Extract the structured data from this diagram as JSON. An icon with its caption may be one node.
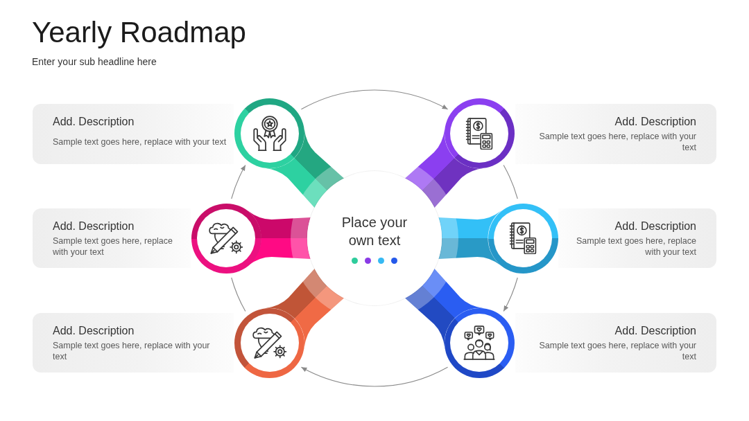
{
  "diagram": {
    "title": "Yearly Roadmap",
    "nodes": [
      {
        "text": [
          "Add. Description",
          "Sample text goes here, replace with your text"
        ]
      },
      {
        "text": [],
        "shape": "circle"
      },
      {
        "text": [],
        "shape": "circle"
      },
      {
        "text": [
          "Add. Description",
          "Sample text goes here, replace with your text"
        ]
      },
      {
        "text": [
          "Add. Description",
          "Sample text goes here, replace with your text"
        ]
      },
      {
        "text": [],
        "shape": "circle"
      },
      {
        "text": [
          "Place your own text"
        ]
      },
      {
        "text": [],
        "shape": "circle"
      },
      {
        "text": [
          "Add. Description",
          "Sample text goes here, replace with your text"
        ]
      },
      {
        "text": [
          "Add. Description",
          "Sample text goes here, replace with your text"
        ]
      },
      {
        "text": [],
        "shape": "circle"
      },
      {
        "text": [],
        "shape": "circle"
      },
      {
        "text": [
          "Add. Description",
          "Sample text goes here, replace with your text"
        ]
      }
    ],
    "edges": [
      {
        "from": 1,
        "to": 2,
        "arrow": "to"
      },
      {
        "from": 2,
        "to": 7,
        "arrow": "none"
      },
      {
        "from": 7,
        "to": 11,
        "arrow": "to"
      },
      {
        "from": 11,
        "to": 10,
        "arrow": "to"
      },
      {
        "from": 10,
        "to": 5,
        "arrow": "none"
      },
      {
        "from": 5,
        "to": 1,
        "arrow": "to"
      },
      {
        "from": 1,
        "to": 6,
        "arrow": "none",
        "style": "thick",
        "color": "#2dd1a1"
      },
      {
        "from": 2,
        "to": 6,
        "arrow": "none",
        "style": "thick",
        "color": "#8b3ff0"
      },
      {
        "from": 5,
        "to": 6,
        "arrow": "none",
        "style": "thick",
        "color": "#ff0a84"
      },
      {
        "from": 7,
        "to": 6,
        "arrow": "none",
        "style": "thick",
        "color": "#33c0f7"
      },
      {
        "from": 10,
        "to": 6,
        "arrow": "none",
        "style": "thick",
        "color": "#f06a45"
      },
      {
        "from": 11,
        "to": 6,
        "arrow": "none",
        "style": "thick",
        "color": "#2a5df2"
      }
    ],
    "labels": [
      "Enter your sub headline here"
    ]
  }
}
